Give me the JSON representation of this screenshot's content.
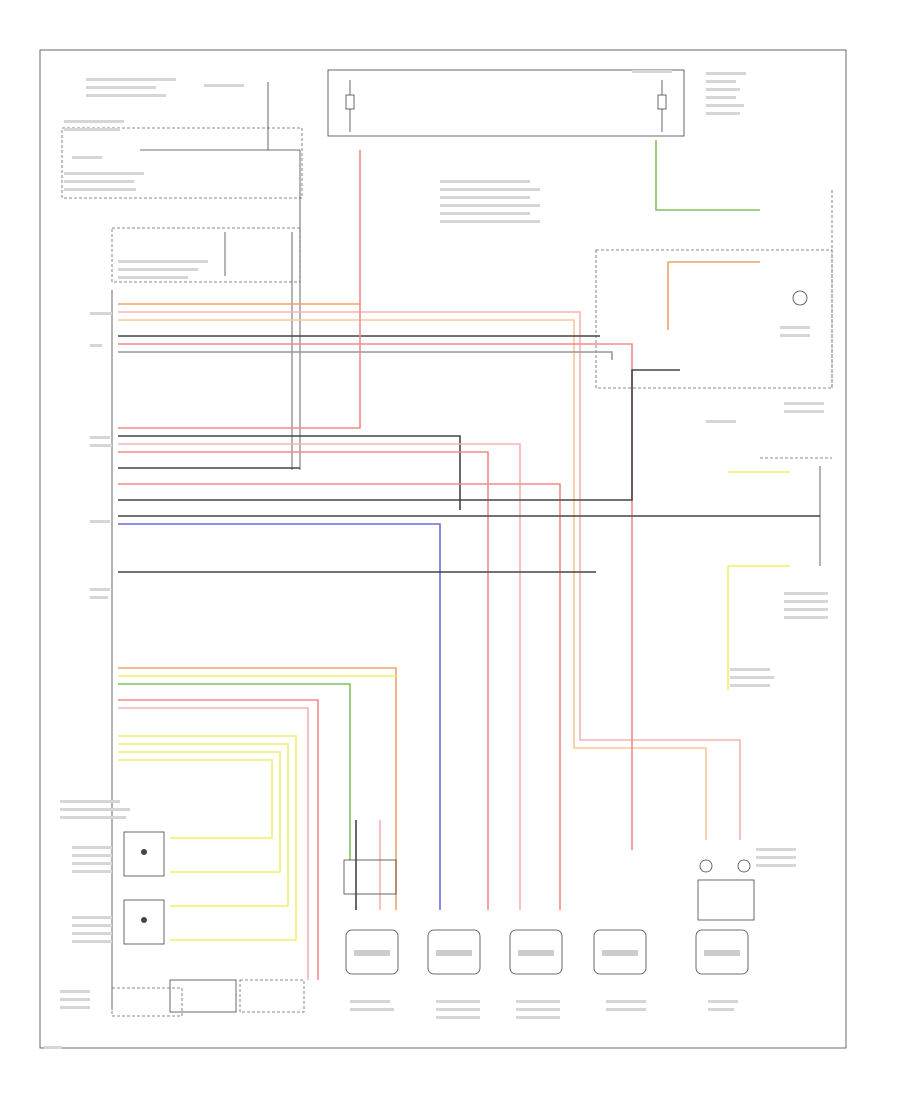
{
  "colors": {
    "red": "#f28b8b",
    "pink": "#f6b3b3",
    "orange": "#f2a26a",
    "green": "#7fc25a",
    "blue": "#6a6ae0",
    "yellow": "#f2ee6a",
    "black": "#444444",
    "gray": "#999999",
    "peach": "#f8c89a"
  },
  "labels": {
    "footer": "",
    "module_restraints": "",
    "steering_clock_spring": "",
    "fuse_panel": ""
  },
  "sensors": [
    {
      "id": "left-side"
    },
    {
      "id": "driver-front"
    },
    {
      "id": "passenger-front"
    },
    {
      "id": "passenger-side"
    },
    {
      "id": "driver-side"
    }
  ]
}
